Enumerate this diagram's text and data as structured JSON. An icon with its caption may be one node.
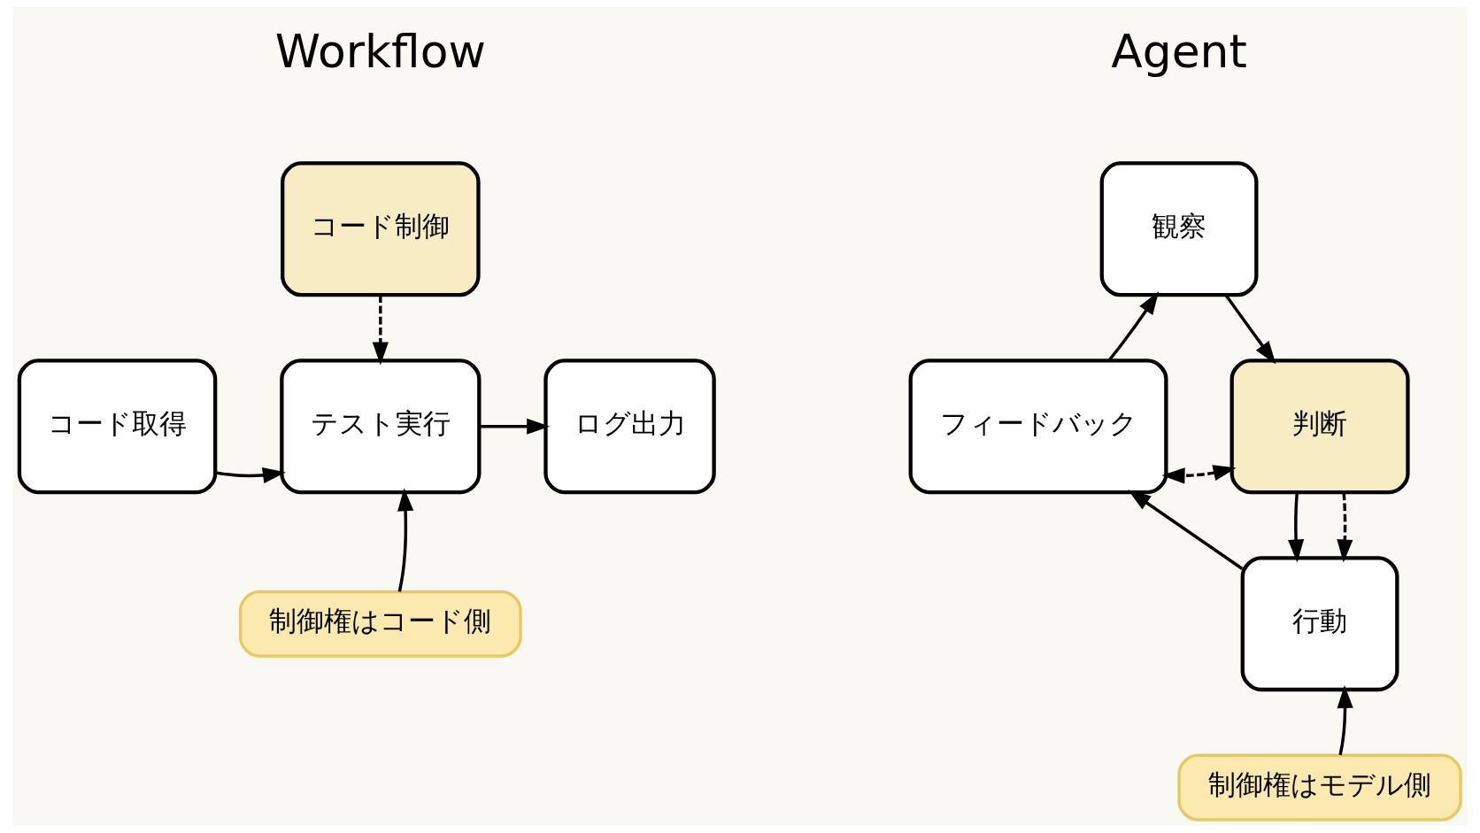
{
  "diagram": {
    "nodes": [
      {
        "text": [
          "コード制御"
        ]
      },
      {
        "text": [
          "コード取得"
        ]
      },
      {
        "text": [
          "テスト実行"
        ]
      },
      {
        "text": [
          "ログ出力"
        ]
      },
      {
        "text": [
          "制御権はコード側"
        ]
      },
      {
        "text": [
          "観察"
        ]
      },
      {
        "text": [
          "判断"
        ]
      },
      {
        "text": [
          "フィードバック"
        ]
      },
      {
        "text": [
          "行動"
        ]
      },
      {
        "text": [
          "制御権はモデル側"
        ]
      }
    ],
    "edges": [
      {
        "from": 0,
        "to": 2,
        "arrow": "to",
        "style": "dashed"
      },
      {
        "from": 1,
        "to": 2,
        "arrow": "to"
      },
      {
        "from": 2,
        "to": 3,
        "arrow": "to"
      },
      {
        "from": 4,
        "to": 2,
        "arrow": "to"
      },
      {
        "from": 5,
        "to": 6,
        "arrow": "to"
      },
      {
        "from": 6,
        "to": 8,
        "arrow": "to"
      },
      {
        "from": 8,
        "to": 7,
        "arrow": "to"
      },
      {
        "from": 7,
        "to": 5,
        "arrow": "to"
      },
      {
        "from": 6,
        "to": 7,
        "arrow": "both",
        "style": "dashed"
      },
      {
        "from": 6,
        "to": 8,
        "arrow": "to",
        "style": "dashed"
      },
      {
        "from": 9,
        "to": 8,
        "arrow": "to"
      }
    ],
    "labels": [
      "Workflow",
      "Agent"
    ]
  }
}
